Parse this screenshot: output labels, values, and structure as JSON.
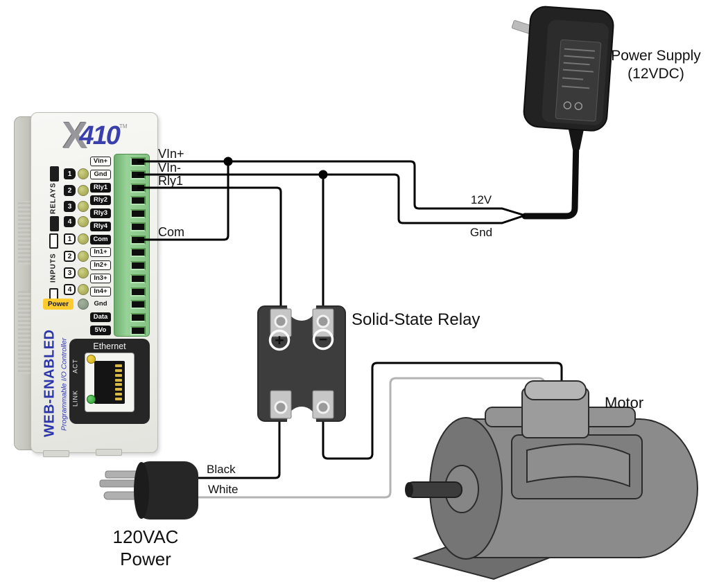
{
  "device": {
    "brand_x": "X",
    "brand_model": "410",
    "brand_tm": "TM",
    "relays_label": "RELAYS",
    "inputs_label": "INPUTS",
    "power_led_label": "Power",
    "relay_numbers": [
      "1",
      "2",
      "3",
      "4"
    ],
    "input_numbers": [
      "1",
      "2",
      "3",
      "4"
    ],
    "terminal_labels": [
      "Vin+",
      "Gnd",
      "Rly1",
      "Rly2",
      "Rly3",
      "Rly4",
      "Com",
      "In1+",
      "In2+",
      "In3+",
      "In4+",
      "Gnd",
      "Data",
      "5Vo"
    ],
    "ethernet": {
      "title": "Ethernet",
      "act": "ACT",
      "link": "LINK"
    },
    "side_text_primary": "WEB-ENABLED",
    "side_text_secondary": "Programmable I/O Controller"
  },
  "wire_labels": {
    "vin_plus": "VIn+",
    "vin_minus": "VIn-",
    "rly1": "Rly1",
    "com": "Com",
    "supply_12v": "12V",
    "supply_gnd": "Gnd",
    "ac_black": "Black",
    "ac_white": "White"
  },
  "annotations": {
    "power_supply_line1": "Power Supply",
    "power_supply_line2": "(12VDC)",
    "ssr": "Solid-State Relay",
    "motor": "Motor",
    "ac_power_line1": "120VAC",
    "ac_power_line2": "Power"
  },
  "relay_symbols": {
    "plus": "+",
    "minus": "−"
  },
  "colors": {
    "wire_black": "#000000",
    "wire_white": "#b3b3b3",
    "terminal_green": "#8cc88c",
    "brand_blue": "#3a3fae",
    "led_olive": "#b0b262",
    "power_yellow": "#ffcb2e",
    "relay_body": "#3d3d3d"
  }
}
